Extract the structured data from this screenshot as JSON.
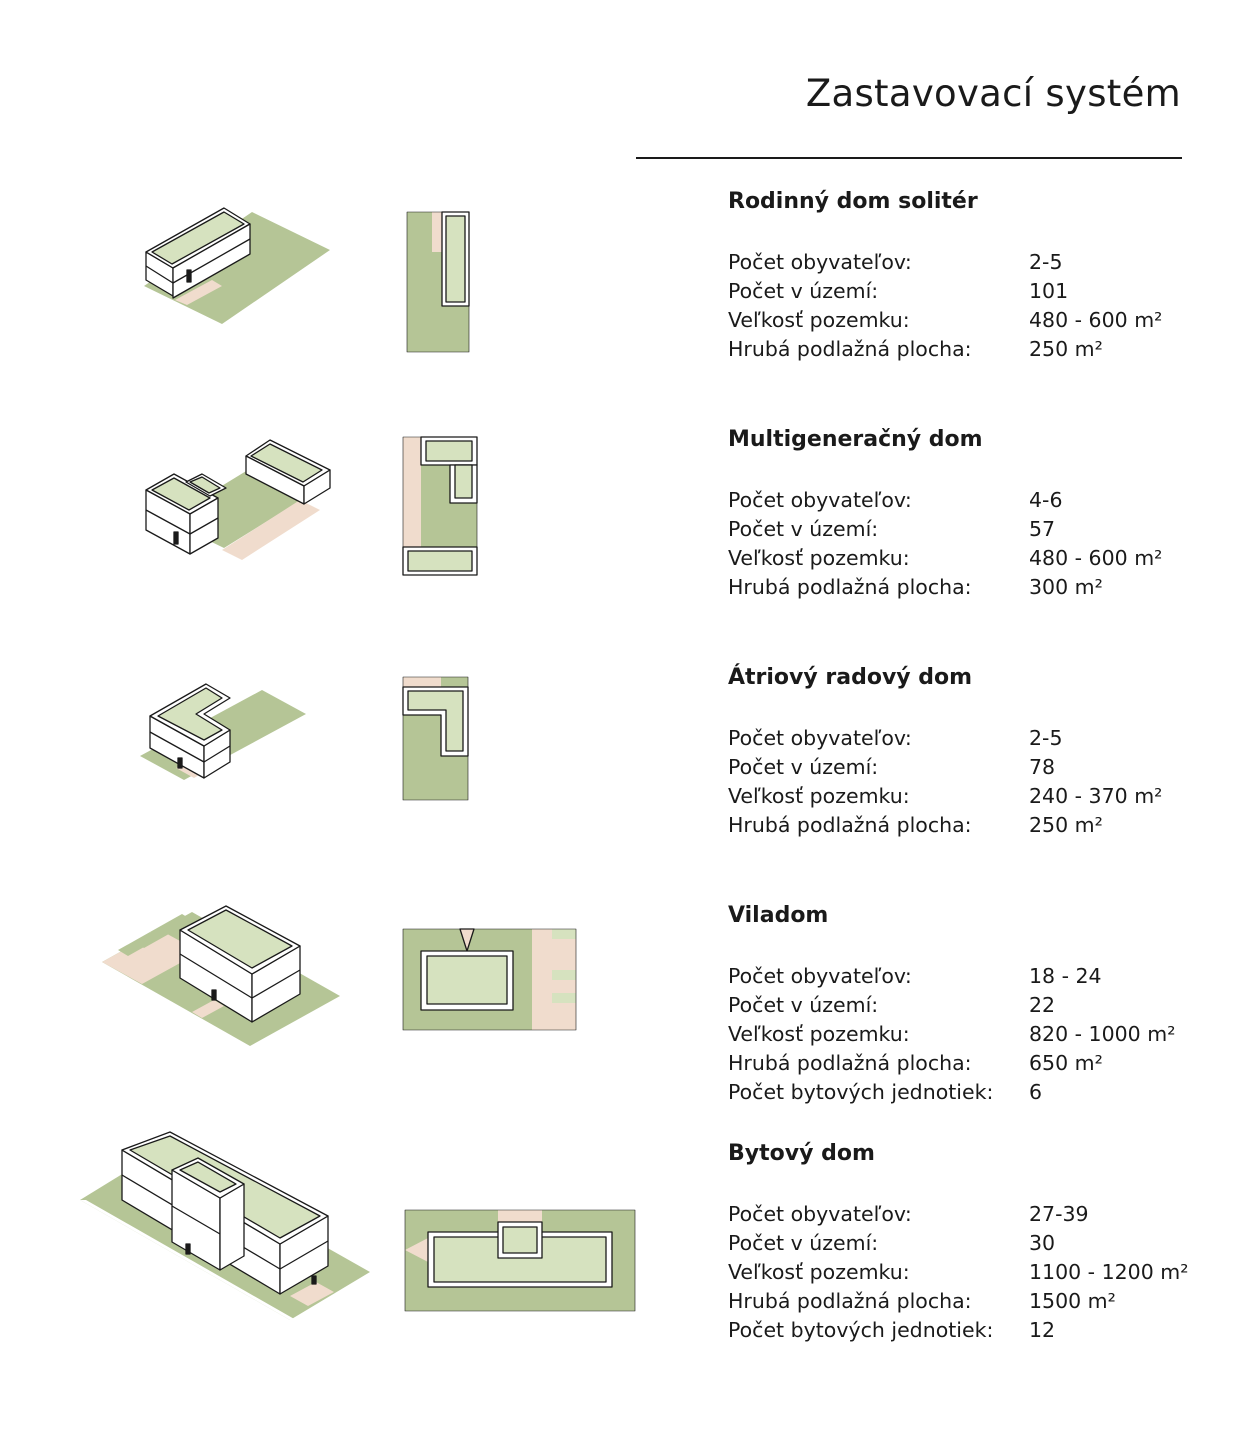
{
  "page": {
    "title": "Zastavovací systém"
  },
  "colors": {
    "roof": "#d6e2bf",
    "lot": "#b5c596",
    "path": "#f0dccd",
    "line": "#1a1a1a",
    "wall": "#ffffff"
  },
  "icons": [
    "isometric-building-icon",
    "plan-view-icon"
  ],
  "sections": [
    {
      "title": "Rodinný dom solitér",
      "rows": [
        {
          "label": "Počet obyvateľov:",
          "value": "2-5"
        },
        {
          "label": "Počet v území:",
          "value": "101"
        },
        {
          "label": "Veľkosť pozemku:",
          "value": "480 - 600 m²"
        },
        {
          "label": "Hrubá podlažná plocha:",
          "value": "250 m²"
        }
      ]
    },
    {
      "title": "Multigeneračný dom",
      "rows": [
        {
          "label": "Počet obyvateľov:",
          "value": "4-6"
        },
        {
          "label": "Počet v území:",
          "value": "57"
        },
        {
          "label": "Veľkosť pozemku:",
          "value": "480 - 600 m²"
        },
        {
          "label": "Hrubá podlažná plocha:",
          "value": "300 m²"
        }
      ]
    },
    {
      "title": "Átriový radový dom",
      "rows": [
        {
          "label": "Počet obyvateľov:",
          "value": "2-5"
        },
        {
          "label": "Počet v území:",
          "value": "78"
        },
        {
          "label": "Veľkosť pozemku:",
          "value": "240 - 370 m²"
        },
        {
          "label": "Hrubá podlažná plocha:",
          "value": "250 m²"
        }
      ]
    },
    {
      "title": "Viladom",
      "rows": [
        {
          "label": "Počet obyvateľov:",
          "value": "18 - 24"
        },
        {
          "label": "Počet v území:",
          "value": "22"
        },
        {
          "label": "Veľkosť pozemku:",
          "value": "820 - 1000 m²"
        },
        {
          "label": "Hrubá podlažná plocha:",
          "value": "650 m²"
        },
        {
          "label": "Počet bytových jednotiek:",
          "value": "6"
        }
      ]
    },
    {
      "title": "Bytový dom",
      "rows": [
        {
          "label": "Počet obyvateľov:",
          "value": "27-39"
        },
        {
          "label": "Počet v území:",
          "value": "30"
        },
        {
          "label": "Veľkosť pozemku:",
          "value": "1100 - 1200 m²"
        },
        {
          "label": "Hrubá podlažná plocha:",
          "value": "1500 m²"
        },
        {
          "label": "Počet bytových jednotiek:",
          "value": "12"
        }
      ]
    }
  ]
}
